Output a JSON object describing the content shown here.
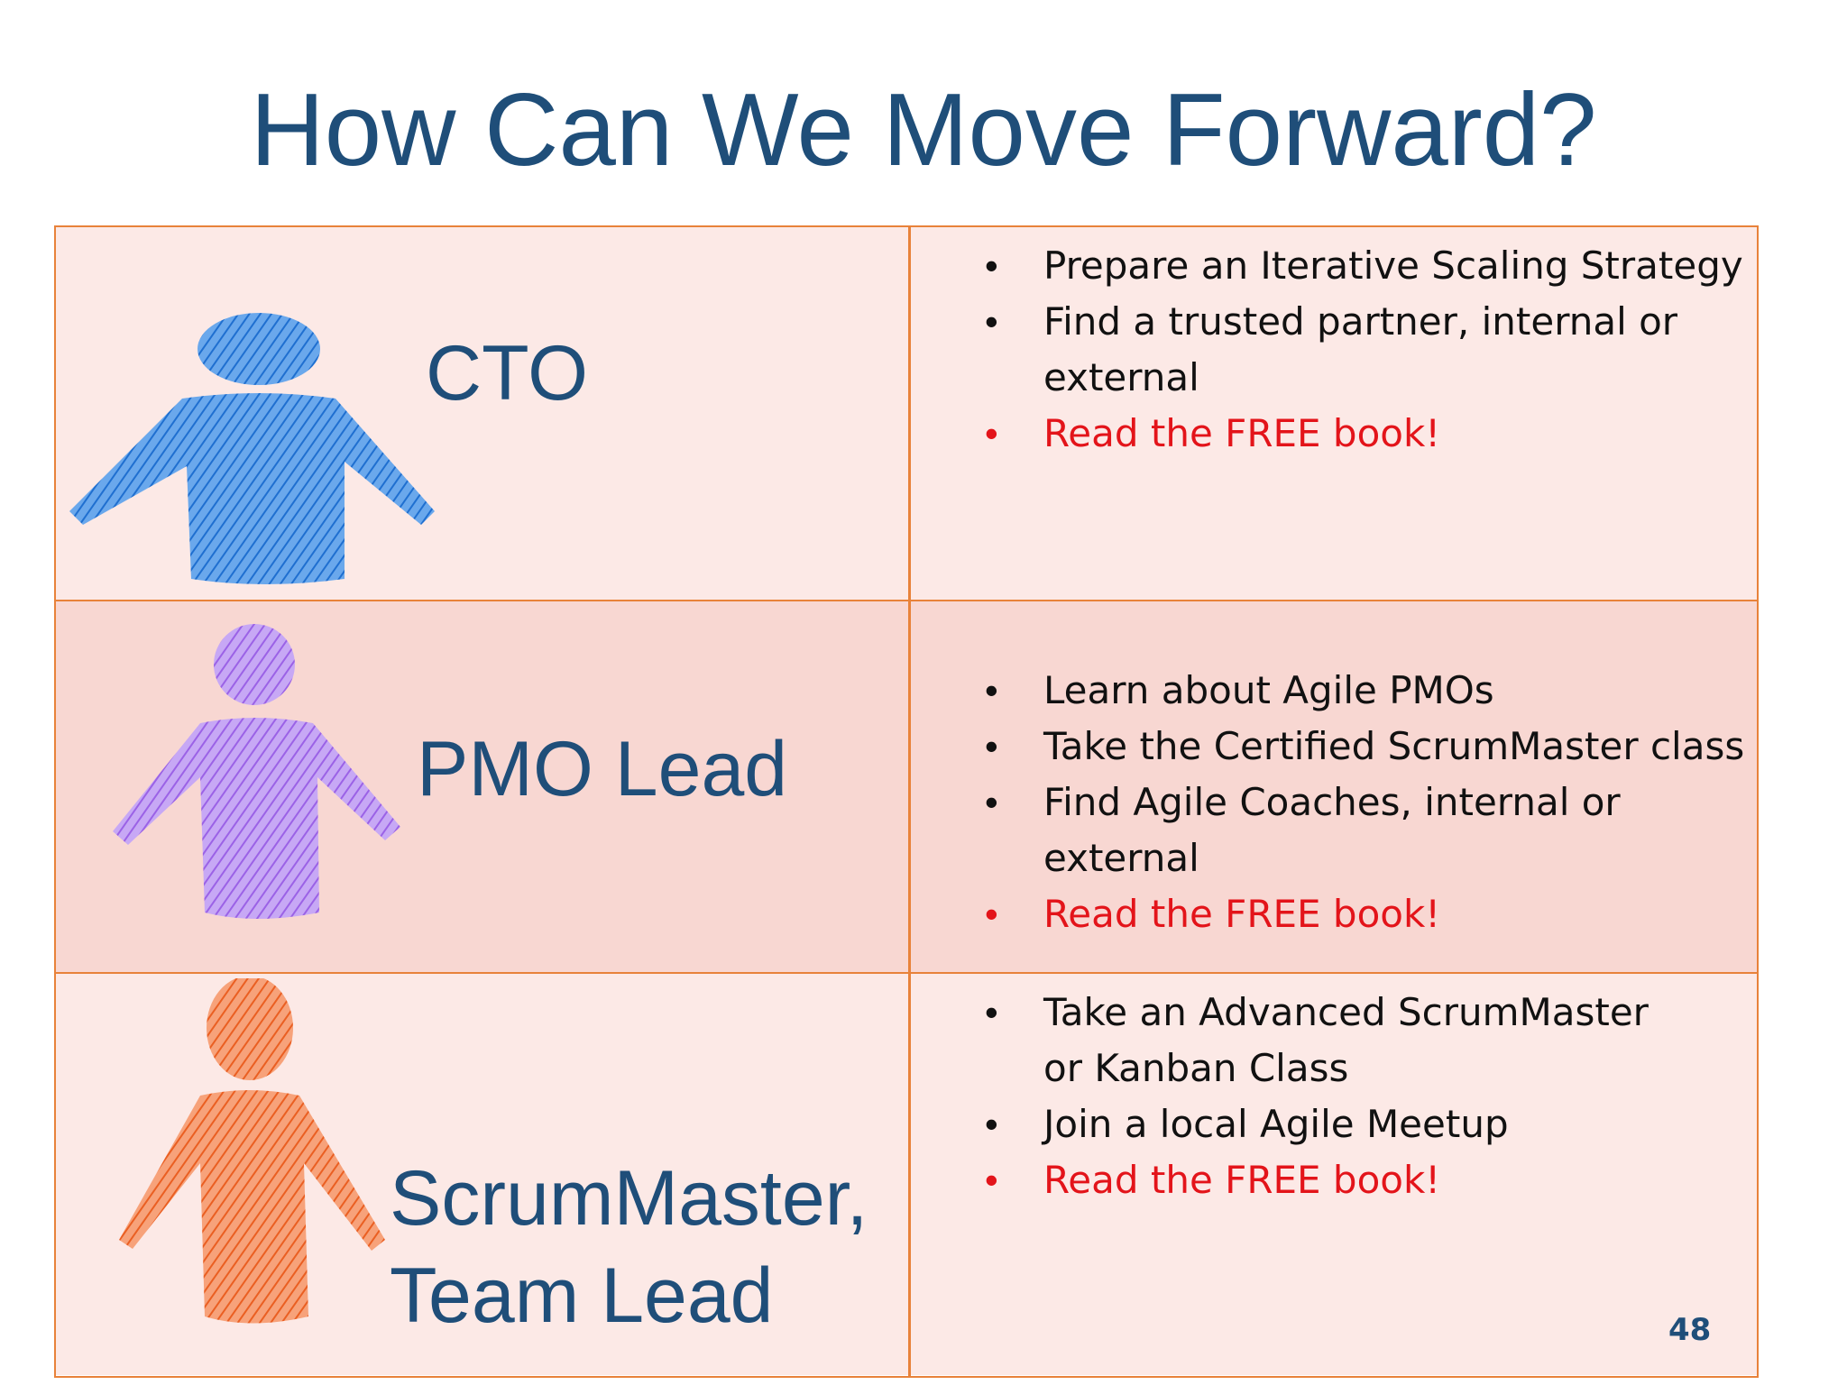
{
  "slide": {
    "title": "How Can We Move Forward?",
    "page_number": "48"
  },
  "rows": [
    {
      "role": "CTO",
      "figure_icon": "person-icon-blue",
      "figure_color": "#3f86d8",
      "items": [
        {
          "text": "Prepare an Iterative Scaling Strategy",
          "highlight": false
        },
        {
          "text": "Find a trusted partner, internal or external",
          "highlight": false
        },
        {
          "text": "Read the FREE book!",
          "highlight": true
        }
      ]
    },
    {
      "role": "PMO Lead",
      "figure_icon": "person-icon-purple",
      "figure_color": "#a779e9",
      "items": [
        {
          "text": "Learn about Agile PMOs",
          "highlight": false
        },
        {
          "text": "Take the Certified ScrumMaster class",
          "highlight": false
        },
        {
          "text": "Find Agile Coaches, internal or external",
          "highlight": false
        },
        {
          "text": "Read the FREE book!",
          "highlight": true
        }
      ]
    },
    {
      "role_line1": "ScrumMaster,",
      "role_line2": "Team Lead",
      "figure_icon": "person-icon-orange",
      "figure_color": "#f0723a",
      "items": [
        {
          "text": "Take an Advanced ScrumMaster or Kanban Class",
          "highlight": false
        },
        {
          "text": "Join a local Agile Meetup",
          "highlight": false
        },
        {
          "text": "Read the FREE book!",
          "highlight": true
        }
      ]
    }
  ],
  "colors": {
    "title": "#1f4e79",
    "border": "#e8823a",
    "highlight": "#e3141a",
    "row_light": "#fce9e6",
    "row_dark": "#f8d7d2"
  }
}
